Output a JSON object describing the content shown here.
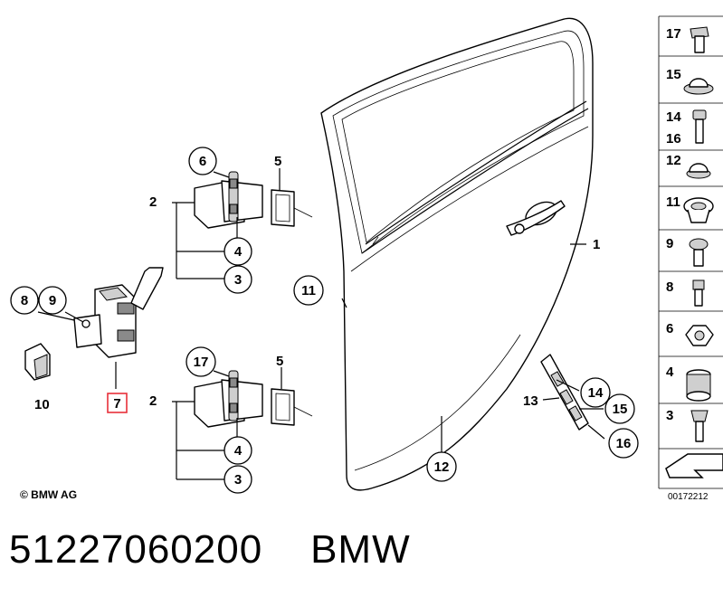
{
  "callouts": {
    "c1": "1",
    "c2a": "2",
    "c2b": "2",
    "c3a": "3",
    "c3b": "3",
    "c4a": "4",
    "c4b": "4",
    "c5a": "5",
    "c5b": "5",
    "c6": "6",
    "c7": "7",
    "c8": "8",
    "c9": "9",
    "c10": "10",
    "c11": "11",
    "c12": "12",
    "c13": "13",
    "c14": "14",
    "c15": "15",
    "c16": "16",
    "c17": "17"
  },
  "legend": {
    "items": [
      {
        "label": "17"
      },
      {
        "label": "15"
      },
      {
        "label": "14"
      },
      {
        "label": "16"
      },
      {
        "label": "12"
      },
      {
        "label": "11"
      },
      {
        "label": "9"
      },
      {
        "label": "8"
      },
      {
        "label": "6"
      },
      {
        "label": "4"
      },
      {
        "label": "3"
      }
    ]
  },
  "copyright": "© BMW AG",
  "diagram_code": "00172212",
  "footer_text": "51227060200    BMW",
  "colors": {
    "highlight": "#e8303a"
  }
}
